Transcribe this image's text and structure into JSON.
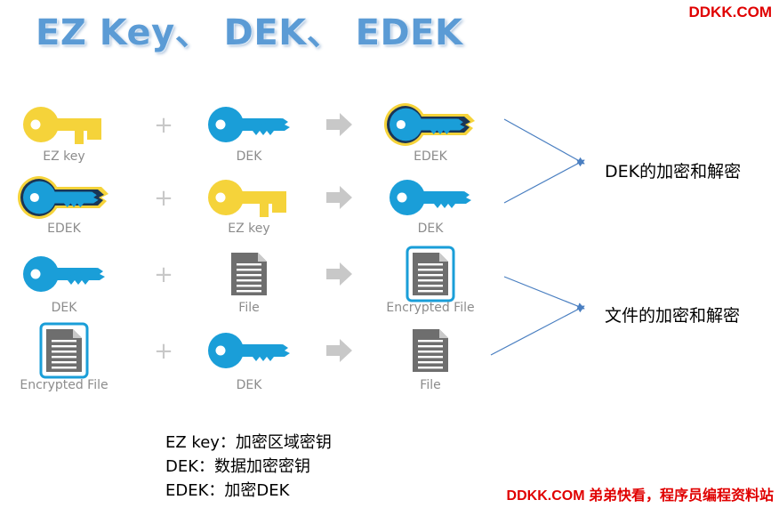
{
  "title": "EZ Key、 DEK、 EDEK",
  "watermark_top": "DDKK.COM",
  "watermark_bottom": "DDKK.COM 弟弟快看，程序员编程资料站",
  "colors": {
    "yellow_key": "#f5d33a",
    "blue_key": "#1a9ed8",
    "document": "#6e6e6e",
    "arrow_line": "#4a7fc1",
    "caption": "#8c8c8c"
  },
  "rows": [
    {
      "items": [
        {
          "icon": "yellow-key-icon",
          "label": "EZ key"
        },
        {
          "icon": "blue-key-icon",
          "label": "DEK"
        },
        {
          "icon": "encrypted-key-icon",
          "label": "EDEK"
        }
      ]
    },
    {
      "items": [
        {
          "icon": "encrypted-key-icon",
          "label": "EDEK"
        },
        {
          "icon": "yellow-key-icon",
          "label": "EZ key"
        },
        {
          "icon": "blue-key-icon",
          "label": "DEK"
        }
      ]
    },
    {
      "items": [
        {
          "icon": "blue-key-icon",
          "label": "DEK"
        },
        {
          "icon": "document-icon",
          "label": "File"
        },
        {
          "icon": "encrypted-document-icon",
          "label": "Encrypted File"
        }
      ]
    },
    {
      "items": [
        {
          "icon": "encrypted-document-icon",
          "label": "Encrypted File"
        },
        {
          "icon": "blue-key-icon",
          "label": "DEK"
        },
        {
          "icon": "document-icon",
          "label": "File"
        }
      ]
    }
  ],
  "plus_symbol": "+",
  "groups": [
    {
      "label": "DEK的加密和解密"
    },
    {
      "label": "文件的加密和解密"
    }
  ],
  "legend": [
    "EZ key：加密区域密钥",
    "DEK：数据加密密钥",
    "EDEK：加密DEK"
  ]
}
